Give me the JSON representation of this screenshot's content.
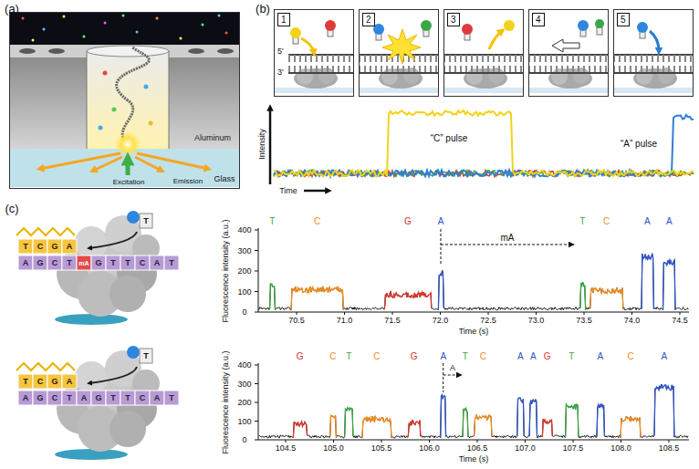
{
  "diagram": {
    "nodes": [
      {
        "text": [
          "Aluminum",
          "Glass",
          "Excitation",
          "Emission"
        ]
      },
      {
        "text": [
          "1",
          "5'",
          "3'"
        ]
      },
      {
        "text": [
          "2"
        ]
      },
      {
        "text": [
          "3"
        ]
      },
      {
        "text": [
          "4"
        ]
      },
      {
        "text": [
          "5"
        ]
      }
    ],
    "labels": [
      "(a)",
      "(b)",
      "Intensity",
      "Time",
      "“C” pulse",
      "“A” pulse",
      "(c)",
      "T",
      "C",
      "G",
      "A",
      "A",
      "G",
      "C",
      "T",
      "mA",
      "G",
      "T",
      "T",
      "C",
      "A",
      "T",
      "T",
      "T",
      "C",
      "G",
      "A",
      "A",
      "G",
      "C",
      "T",
      "A",
      "G",
      "T",
      "T",
      "C",
      "A",
      "T",
      "T",
      "Fluorescence intensity (a.u.)",
      "400",
      "300",
      "200",
      "100",
      "0",
      "70.5",
      "71.0",
      "71.5",
      "72.0",
      "72.5",
      "73.0",
      "73.5",
      "74.0",
      "74.5",
      "Time (s)",
      "T",
      "C",
      "G",
      "A",
      "T",
      "C",
      "A",
      "A",
      "mA",
      "Fluorescence intensity (a.u.)",
      "400",
      "300",
      "200",
      "100",
      "0",
      "104.5",
      "105.0",
      "105.5",
      "106.0",
      "106.5",
      "107.0",
      "107.5",
      "108.0",
      "108.5",
      "Time (s)",
      "G",
      "C",
      "T",
      "C",
      "G",
      "A",
      "T",
      "C",
      "A",
      "A",
      "G",
      "T",
      "A",
      "C",
      "A",
      "A"
    ]
  }
}
